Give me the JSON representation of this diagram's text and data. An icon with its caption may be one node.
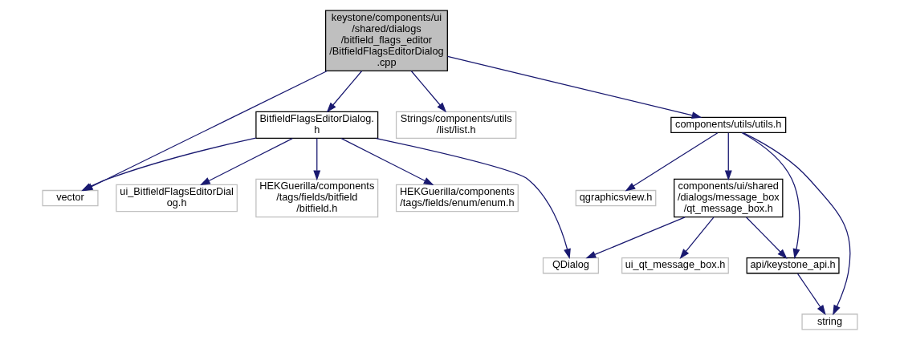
{
  "diagram": {
    "nodes": [
      {
        "text": [
          "keystone/components/ui/shared/dialogs/bitfield_flags_editor/BitfieldFlagsEditorDialog.cpp"
        ]
      },
      {
        "text": [
          "BitfieldFlagsEditorDialog.h"
        ]
      },
      {
        "text": [
          "vector"
        ]
      },
      {
        "text": [
          "Strings/components/utils/list/list.h"
        ]
      },
      {
        "text": [
          "components/utils/utils.h"
        ]
      },
      {
        "text": [
          "ui_BitfieldFlagsEditorDialog.h"
        ]
      },
      {
        "text": [
          "HEKGuerilla/components/tags/fields/bitfield/bitfield.h"
        ]
      },
      {
        "text": [
          "HEKGuerilla/components/tags/fields/enum/enum.h"
        ]
      },
      {
        "text": [
          "QDialog"
        ]
      },
      {
        "text": [
          "qgraphicsview.h"
        ]
      },
      {
        "text": [
          "components/ui/shared/dialogs/message_box/qt_message_box.h"
        ]
      },
      {
        "text": [
          "ui_qt_message_box.h"
        ]
      },
      {
        "text": [
          "api/keystone_api.h"
        ]
      },
      {
        "text": [
          "string"
        ]
      }
    ],
    "edges": [
      {
        "from": 0,
        "to": 1,
        "arrow": "to"
      },
      {
        "from": 0,
        "to": 2,
        "arrow": "to"
      },
      {
        "from": 0,
        "to": 3,
        "arrow": "to"
      },
      {
        "from": 0,
        "to": 4,
        "arrow": "to"
      },
      {
        "from": 1,
        "to": 5,
        "arrow": "to"
      },
      {
        "from": 1,
        "to": 6,
        "arrow": "to"
      },
      {
        "from": 1,
        "to": 7,
        "arrow": "to"
      },
      {
        "from": 1,
        "to": 8,
        "arrow": "to"
      },
      {
        "from": 1,
        "to": 2,
        "arrow": "to"
      },
      {
        "from": 4,
        "to": 9,
        "arrow": "to"
      },
      {
        "from": 4,
        "to": 10,
        "arrow": "to"
      },
      {
        "from": 4,
        "to": 12,
        "arrow": "to"
      },
      {
        "from": 4,
        "to": 13,
        "arrow": "to"
      },
      {
        "from": 10,
        "to": 8,
        "arrow": "to"
      },
      {
        "from": 10,
        "to": 11,
        "arrow": "to"
      },
      {
        "from": 10,
        "to": 12,
        "arrow": "to"
      },
      {
        "from": 12,
        "to": 13,
        "arrow": "to"
      }
    ]
  }
}
